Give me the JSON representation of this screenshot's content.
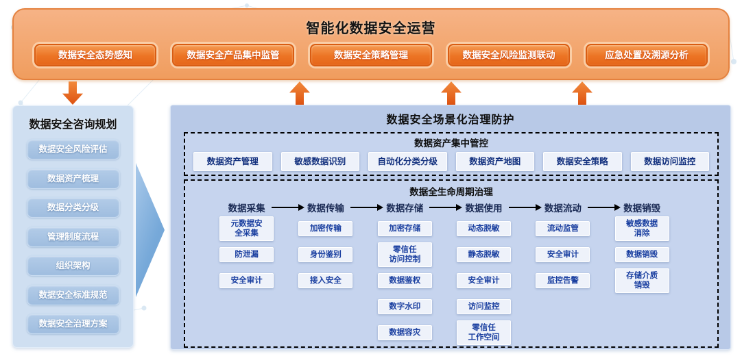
{
  "colors": {
    "accent_orange": "#ec7424",
    "orange_panel_bg": "#f2a express",
    "panel_orange": "#f0a express",
    "orange_fill": "#f0a05f",
    "orange_border": "#e4813e",
    "blue_panel": "#cfdff1",
    "blue_item": "#a6c2e2",
    "right_panel": "#b8c9e7",
    "section_bg": "#c6d4ee",
    "node_bg": "#eef2fa",
    "node_text": "#1a3fa0",
    "header_text": "#1b2b55"
  },
  "top_panel": {
    "title": "智能化数据安全运营",
    "buttons": [
      "数据安全态势感知",
      "数据安全产品集中监管",
      "数据安全策略管理",
      "数据安全风险监测联动",
      "应急处置及溯源分析"
    ]
  },
  "left_panel": {
    "title": "数据安全咨询规划",
    "items": [
      "数据安全风险评估",
      "数据资产梳理",
      "数据分类分级",
      "管理制度流程",
      "组织架构",
      "数据安全标准规范",
      "数据安全治理方案"
    ]
  },
  "right_panel": {
    "title": "数据安全场景化治理防护",
    "asset_section": {
      "title": "数据资产集中管控",
      "items": [
        "数据资产管理",
        "敏感数据识别",
        "自动化分类分级",
        "数据资产地图",
        "数据安全策略",
        "数据访问监控"
      ]
    },
    "lifecycle_section": {
      "title": "数据全生命周期治理",
      "columns": [
        {
          "header": "数据采集",
          "items": [
            "元数据安\n全采集",
            "防泄漏",
            "安全审计"
          ]
        },
        {
          "header": "数据传输",
          "items": [
            "加密传输",
            "身份鉴别",
            "接入安全"
          ]
        },
        {
          "header": "数据存储",
          "items": [
            "加密存储",
            "零信任\n访问控制",
            "数据鉴权",
            "数字水印",
            "数据容灾"
          ]
        },
        {
          "header": "数据使用",
          "items": [
            "动态脱敏",
            "静态脱敏",
            "安全审计",
            "访问监控",
            "零信任\n工作空间"
          ]
        },
        {
          "header": "数据流动",
          "items": [
            "流动监管",
            "安全审计",
            "监控告警"
          ]
        },
        {
          "header": "数据销毁",
          "items": [
            "敏感数据\n消除",
            "数据销毁",
            "存储介质\n销毁"
          ]
        }
      ]
    }
  }
}
